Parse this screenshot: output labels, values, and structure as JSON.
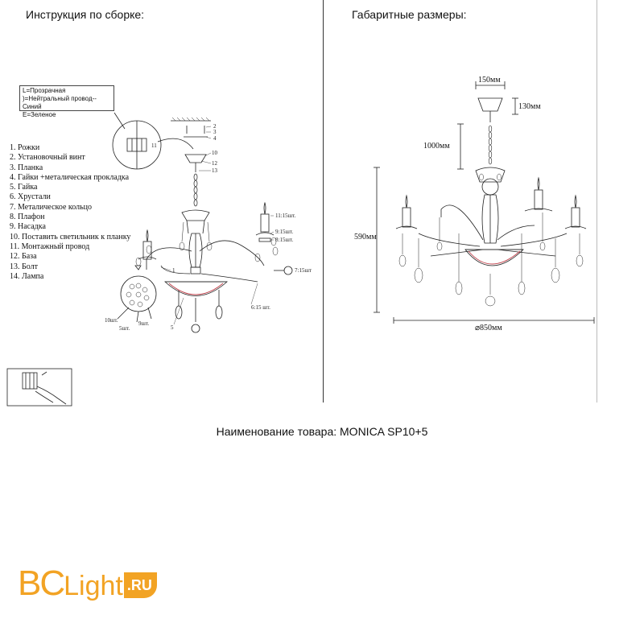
{
  "headers": {
    "assembly": "Инструкция по сборке:",
    "dimensions": "Габаритные размеры:"
  },
  "legend": [
    "L=Прозрачная",
    ")=Нейтральный провод--Синий",
    "E=Зеленое"
  ],
  "parts": [
    "1.  Рожки",
    "2.  Установочный винт",
    "3.  Планка",
    "4.  Гайки +металическая прокладка",
    "5.  Гайка",
    "6.  Хрустали",
    "7.  Метaлическое кольцо",
    "8.  Плафон",
    "9.  Насадка",
    "10.  Поставить светильник к планку",
    "11.  Монтажный провод",
    "12.  База",
    "13.  Болт",
    "14.  Лампа"
  ],
  "assembly_labels": {
    "n2": "2",
    "n3": "3",
    "n4": "4",
    "n10": "10",
    "n12": "12",
    "n13": "13",
    "n11_left": "11",
    "n11_right": "11:15шт.",
    "n9": "9:15шт.",
    "n8": "8:15шт.",
    "n7": "7:15шт",
    "n6": "6:15 шт.",
    "n1": "1",
    "n5": "5",
    "n10sht": "10шт.",
    "n5sht": "5шт.",
    "n9sht": "9шт."
  },
  "dimensions": {
    "top_width": "150мм",
    "canopy_height": "130мм",
    "chain_length": "1000мм",
    "height": "590мм",
    "diameter": "⌀850мм"
  },
  "product": "Наименование товара: MONICA SP10+5",
  "logo": {
    "bc": "BC",
    "light": "Light",
    "ru": ".RU"
  },
  "colors": {
    "logo": "#f2a324",
    "accent_red": "#c0404a"
  }
}
